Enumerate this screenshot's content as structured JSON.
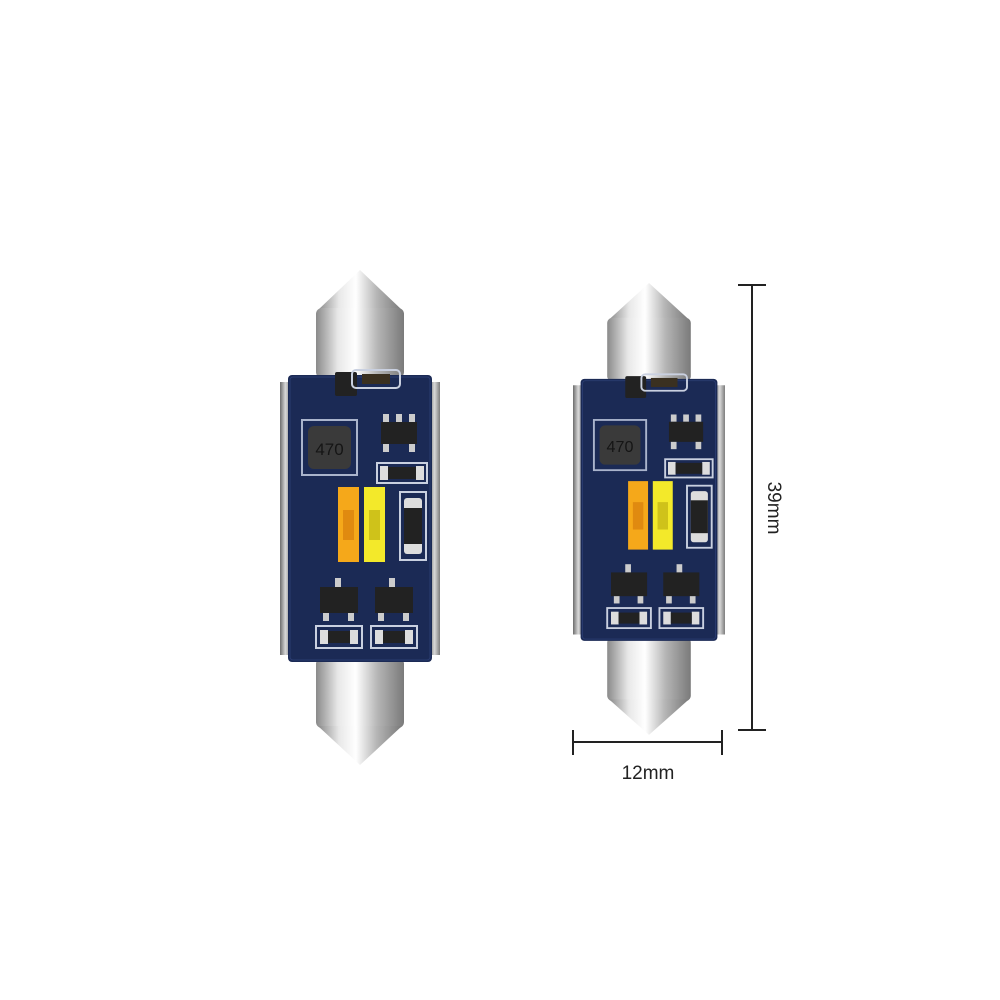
{
  "product": {
    "inductor_marking": "470",
    "dimensions": {
      "height_label": "39mm",
      "width_label": "12mm"
    }
  },
  "colors": {
    "pcb": "#1b2a55",
    "led_amber": "#f5a81a",
    "led_yellow": "#f3e92a",
    "metal": "#c8c8c8",
    "dimension_line": "#222222"
  }
}
